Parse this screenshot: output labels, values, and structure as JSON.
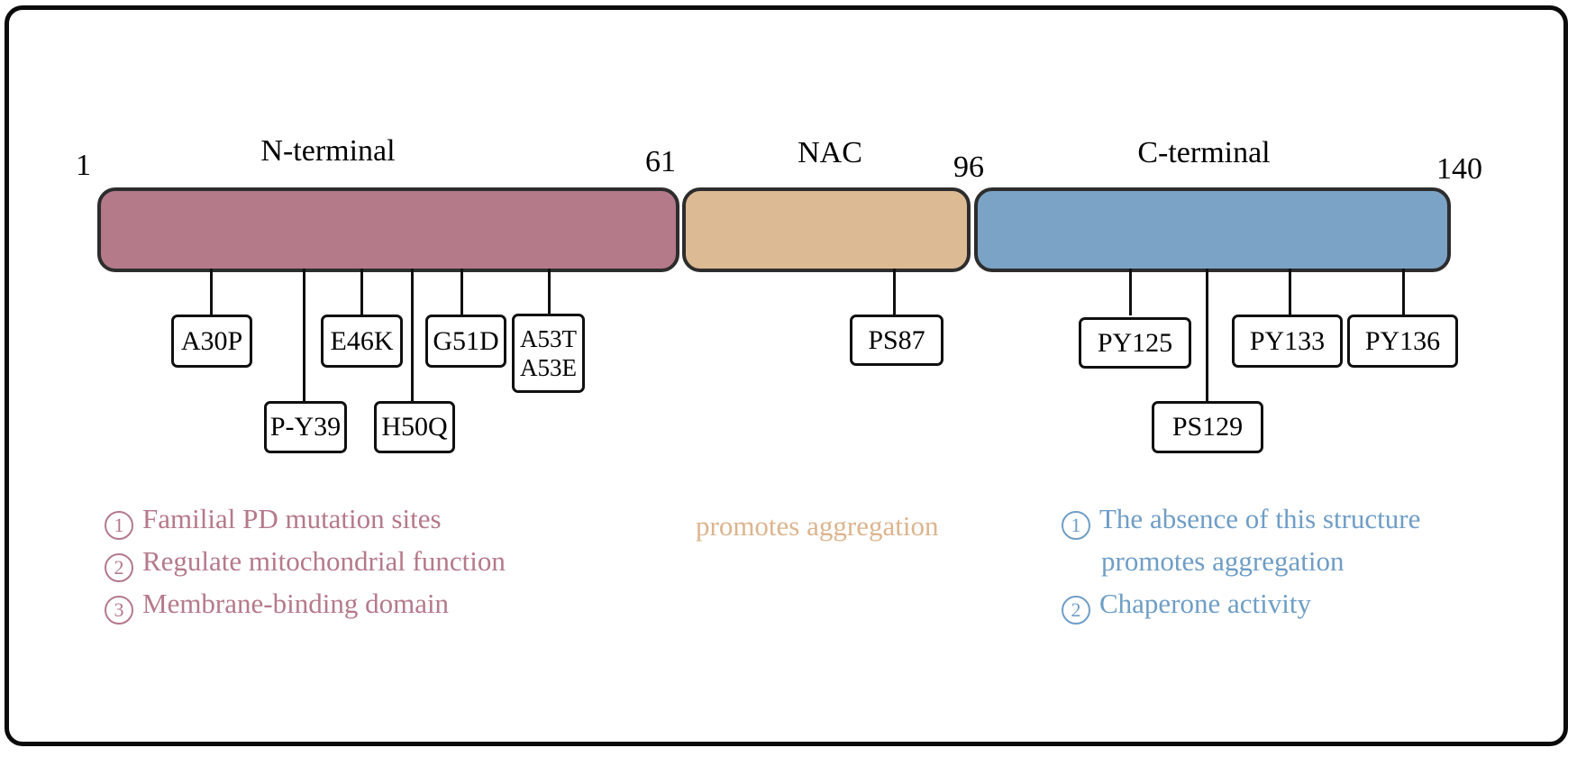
{
  "colors": {
    "n_terminal_fill": "#b47a89",
    "nac_fill": "#dcba94",
    "c_terminal_fill": "#7ba3c5",
    "domain_outline": "#2d2d2d",
    "n_terminal_text": "#b5798b",
    "nac_text": "#ddb48e",
    "c_terminal_text": "#6f9dc6"
  },
  "domains": [
    {
      "title": "N-terminal",
      "start_residue": "1",
      "end_residue": "61"
    },
    {
      "title": "NAC",
      "start_residue": "61",
      "end_residue": "96"
    },
    {
      "title": "C-terminal",
      "start_residue": "96",
      "end_residue": "140"
    }
  ],
  "sites": {
    "a30p": {
      "label": "A30P"
    },
    "py39": {
      "label": "P-Y39"
    },
    "e46k": {
      "label": "E46K"
    },
    "h50q": {
      "label": "H50Q"
    },
    "g51d": {
      "label": "G51D"
    },
    "a53": {
      "line1": "A53T",
      "line2": "A53E"
    },
    "ps87": {
      "label": "PS87"
    },
    "py125": {
      "label": "PY125"
    },
    "ps129": {
      "label": "PS129"
    },
    "py133": {
      "label": "PY133"
    },
    "py136": {
      "label": "PY136"
    }
  },
  "annotations": {
    "n_terminal": {
      "items": [
        {
          "num": "1",
          "text": "Familial PD mutation sites"
        },
        {
          "num": "2",
          "text": "Regulate mitochondrial function"
        },
        {
          "num": "3",
          "text": "Membrane-binding domain"
        }
      ]
    },
    "nac": {
      "text": "promotes aggregation"
    },
    "c_terminal": {
      "items": [
        {
          "num": "1",
          "line1": "The absence of this structure",
          "line2": "promotes aggregation"
        },
        {
          "num": "2",
          "line1": "Chaperone activity"
        }
      ]
    }
  }
}
